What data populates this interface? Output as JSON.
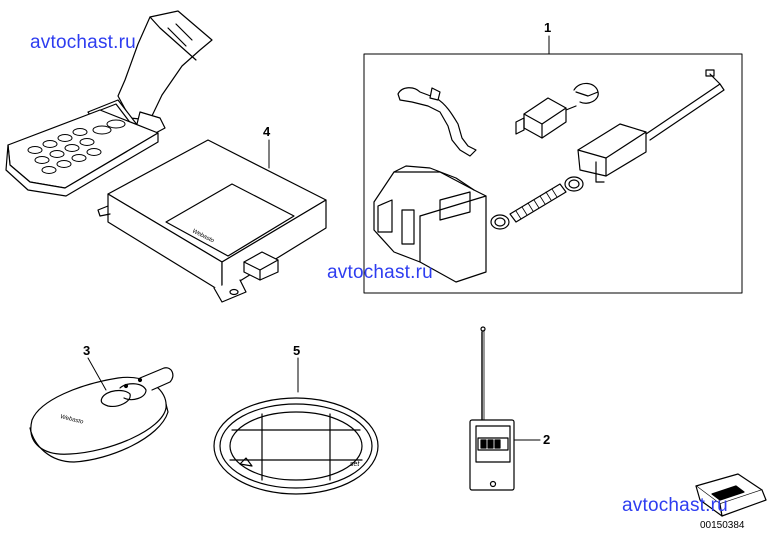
{
  "watermarks": [
    "avtochast.ru",
    "avtochast.ru",
    "avtochast.ru"
  ],
  "callouts": {
    "heater_kit": "1",
    "transmitter": "2",
    "remote_key": "3",
    "control_unit": "4",
    "sticker": "5"
  },
  "labels": {
    "control_unit_brand": "Webasto",
    "remote_brand": "Webasto",
    "sticker_text": "set"
  },
  "part_number": "00150384"
}
